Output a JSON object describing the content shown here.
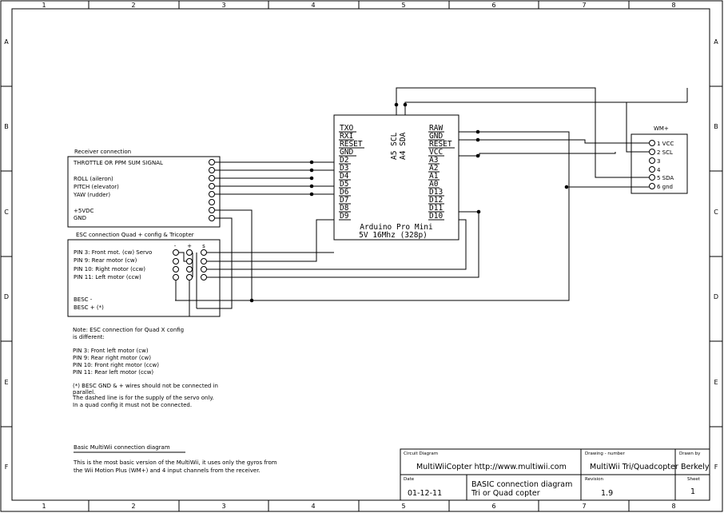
{
  "grid": {
    "columns": [
      "1",
      "2",
      "3",
      "4",
      "5",
      "6",
      "7",
      "8"
    ],
    "rows": [
      "A",
      "B",
      "C",
      "D",
      "E",
      "F"
    ]
  },
  "arduino": {
    "title1": "Arduino Pro Mini",
    "title2": "5V 16Mhz (328p)",
    "left_pins": [
      "TXO",
      "RXI",
      "RESET",
      "GND",
      "D2",
      "D3",
      "D4",
      "D5",
      "D6",
      "D7",
      "D8",
      "D9"
    ],
    "right_pins": [
      "RAW",
      "GND",
      "RESET",
      "VCC",
      "A3",
      "A2",
      "A1",
      "A0",
      "D13",
      "D12",
      "D11",
      "D10"
    ],
    "top_pins": [
      "A5 SCL",
      "A4 SDA"
    ]
  },
  "receiver": {
    "title": "Receiver connection",
    "labels": [
      "THROTTLE OR PPM SUM SIGNAL",
      "ROLL (aileron)",
      "PITCH (elevator)",
      "YAW (rudder)",
      "+5VDC",
      "GND"
    ]
  },
  "esc": {
    "title": "ESC connection Quad + config  & Tricopter",
    "col_headers": [
      "-",
      "+",
      "s"
    ],
    "labels": [
      "PIN 3: Front mot. (cw) Servo",
      "PIN 9: Rear motor (cw)",
      "PIN 10: Right motor (ccw)",
      "PIN 11: Left motor (ccw)",
      "BESC -",
      "BESC + (*)"
    ]
  },
  "wm": {
    "title": "WM+",
    "pins": [
      "1 VCC",
      "2 SCL",
      "3",
      "4",
      "5 SDA",
      "6 gnd"
    ]
  },
  "notes": [
    "Note: ESC connection for Quad X config",
    "is different:",
    "PIN  3: Front left motor (cw)",
    "PIN  9: Rear right motor (cw)",
    "PIN  10: Front right motor (ccw)",
    "PIN  11: Rear left motor (ccw)",
    "(*) BESC GND & + wires should not be connected in",
    "parallel.",
    "The dashed line is for the supply of the servo only.",
    "In a quad config it must not be connected."
  ],
  "basic": {
    "title": "Basic MultiWii connection diagram",
    "line1": "This is the most basic version of the MultiWii, it uses only the gyros from",
    "line2": "the Wii Motion Plus (WM+) and 4 input channels from the receiver."
  },
  "titleblock": {
    "circuit_label": "Circuit Diagram",
    "circuit_value": "MultiWiiCopter  http://www.multiwii.com",
    "drawing_label": "Drawing - number",
    "drawing_value": "MultiWii Tri/Quadcopter",
    "drawn_label": "Drawn by",
    "drawn_value": "Berkely",
    "date_label": "Date",
    "date_value": "01-12-11",
    "desc1": "BASIC connection diagram",
    "desc2": "Tri or Quad copter",
    "revision_label": "Revision",
    "revision_value": "1.9",
    "sheet_label": "Sheet",
    "sheet_value": "1"
  }
}
